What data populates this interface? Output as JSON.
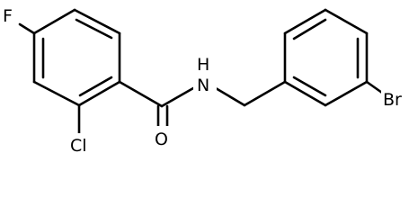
{
  "molecule": {
    "atoms": {
      "fluorine": "F",
      "chlorine": "Cl",
      "oxygen": "O",
      "amide_nitrogen": "N",
      "amide_hydrogen": "H",
      "bromine": "Br"
    }
  }
}
